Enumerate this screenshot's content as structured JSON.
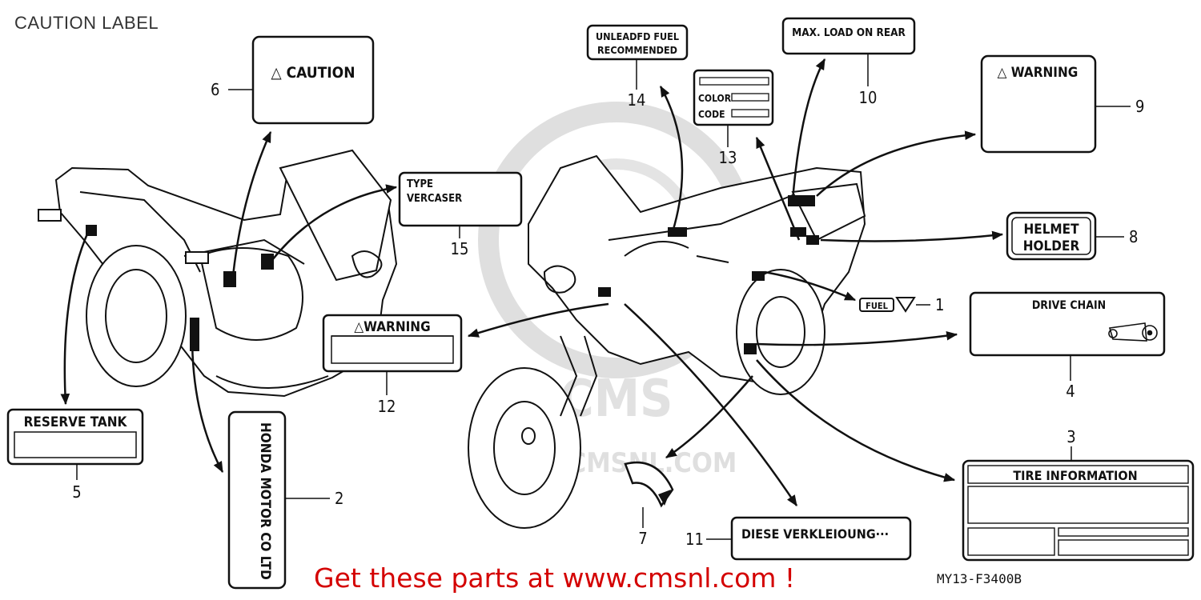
{
  "header": {
    "title": "CAUTION LABEL"
  },
  "footer": {
    "link_text": "Get these parts at www.cmsnl.com !",
    "ref_code": "MY13-F3400B"
  },
  "watermark": {
    "text": "WWW.CMSNL.COM"
  },
  "parts": [
    {
      "num": "1",
      "lines": [
        "FUEL"
      ]
    },
    {
      "num": "2",
      "lines": [
        "HONDA MOTOR CO LTD"
      ]
    },
    {
      "num": "3",
      "lines": [
        "TIRE   INFORMATION"
      ]
    },
    {
      "num": "4",
      "lines": [
        "DRIVE CHAIN"
      ]
    },
    {
      "num": "5",
      "lines": [
        "RESERVE TANK"
      ]
    },
    {
      "num": "6",
      "lines": [
        "△ CAUTION"
      ]
    },
    {
      "num": "7",
      "lines": []
    },
    {
      "num": "8",
      "lines": [
        "HELMET",
        "HOLDER"
      ]
    },
    {
      "num": "9",
      "lines": [
        "△ WARNING"
      ]
    },
    {
      "num": "10",
      "lines": [
        "MAX. LOAD ON REAR"
      ]
    },
    {
      "num": "11",
      "lines": [
        "DIESE  VERKLEIOUNG···"
      ]
    },
    {
      "num": "12",
      "lines": [
        "△WARNING"
      ]
    },
    {
      "num": "13",
      "lines": [
        "COLOR",
        "CODE"
      ]
    },
    {
      "num": "14",
      "lines": [
        "UNLEADFD  FUEL",
        "RECOMMENDED"
      ]
    },
    {
      "num": "15",
      "lines": [
        "TYPE",
        "VERCASER"
      ]
    }
  ],
  "colors": {
    "line": "#111111",
    "footer": "#d40000",
    "watermark": "#d9d9d9"
  }
}
